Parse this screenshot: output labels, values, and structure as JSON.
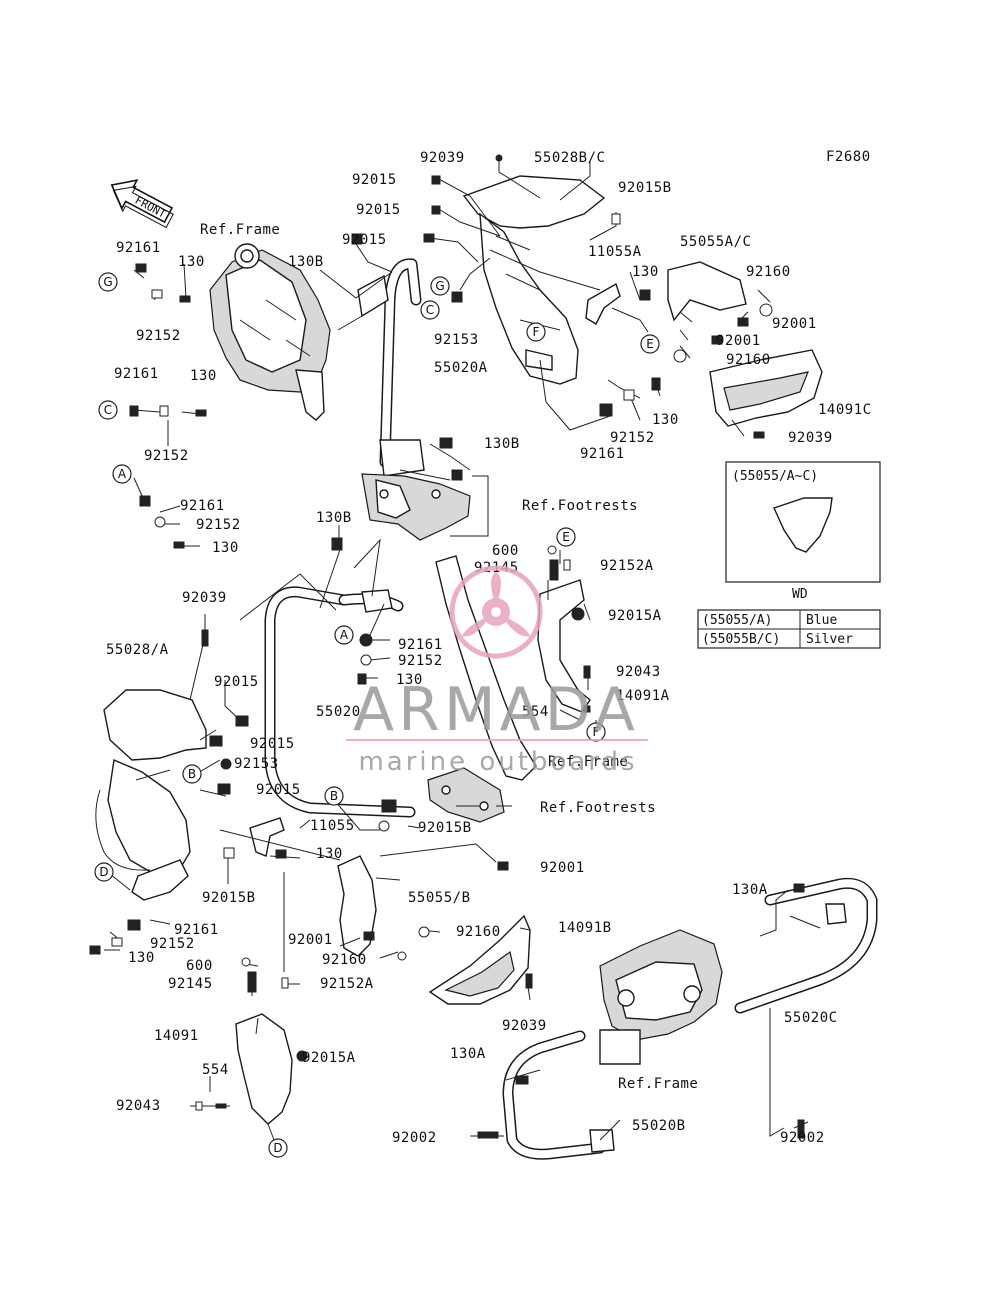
{
  "figure_code": "F2680",
  "front_label": "FRONT",
  "refs": {
    "frame": "Ref.Frame",
    "footrests": "Ref.Footrests"
  },
  "parts": {
    "p92039_top": "92039",
    "p55028bc": "55028B/C",
    "p92015_a": "92015",
    "p92015b_top": "92015B",
    "p92015_b": "92015",
    "p92015_c": "92015",
    "p11055a": "11055A",
    "p55055ac": "55055A/C",
    "p130b_top": "130B",
    "p92161_g": "92161",
    "p130_g": "130",
    "p92152_g": "92152",
    "p130_mid": "130",
    "p92160_top": "92160",
    "p92153_top": "92153",
    "p92001_a": "92001",
    "p92001_b": "92001",
    "p92160_mid": "92160",
    "p55020a": "55020A",
    "p92161_c": "92161",
    "p130_c": "130",
    "p92152_c": "92152",
    "p130_r": "130",
    "p14091c": "14091C",
    "p92152_r": "92152",
    "p92161_r": "92161",
    "p92039_r": "92039",
    "p130b_mid": "130B",
    "p92161_a": "92161",
    "p92152_a": "92152",
    "p130_a": "130",
    "p130b_l": "130B",
    "p600_top": "600",
    "p92145_top": "92145",
    "p92152a_top": "92152A",
    "p92039_l": "92039",
    "p92015a_top": "92015A",
    "p92161_m": "92161",
    "p55028a": "55028/A",
    "p92152_m": "92152",
    "p130_m": "130",
    "p92043_top": "92043",
    "p92015_d": "92015",
    "p14091a": "14091A",
    "p55020": "55020",
    "p554_top": "554",
    "p92015_e": "92015",
    "p92153_l": "92153",
    "p92015_f": "92015",
    "p11055": "11055",
    "p92015b_m": "92015B",
    "p130_n": "130",
    "p92001_m": "92001",
    "p92015b_l": "92015B",
    "p55055b": "55055/B",
    "p92161_d": "92161",
    "p92152_d": "92152",
    "p130_d": "130",
    "p92001_l": "92001",
    "p92160_l": "92160",
    "p14091b": "14091B",
    "p92160_l2": "92160",
    "p130a_r": "130A",
    "p600_l": "600",
    "p92145_l": "92145",
    "p92152a_l": "92152A",
    "p92039_b": "92039",
    "p14091": "14091",
    "p92015a_l": "92015A",
    "p130a_l": "130A",
    "p55020c": "55020C",
    "p554_l": "554",
    "p92043_l": "92043",
    "p92002_l": "92002",
    "p55020b": "55020B",
    "p92002_r": "92002"
  },
  "markers": {
    "g1": "G",
    "g2": "G",
    "c1": "C",
    "c2": "C",
    "e1": "E",
    "e2": "E",
    "f1": "F",
    "f2": "F",
    "a1": "A",
    "a2": "A",
    "b1": "B",
    "b2": "B",
    "d1": "D",
    "d2": "D"
  },
  "variant_box": {
    "title": "(55055/A~C)",
    "caption": "WD"
  },
  "color_table": [
    {
      "part": "(55055/A)",
      "color": "Blue"
    },
    {
      "part": "(55055B/C)",
      "color": "Silver"
    }
  ],
  "watermark": {
    "title": "ARMADA",
    "subtitle": "marine outboards"
  },
  "colors": {
    "watermark_pink": "#e8a3bf",
    "watermark_text": "#9a9a9a",
    "line": "#222222"
  }
}
